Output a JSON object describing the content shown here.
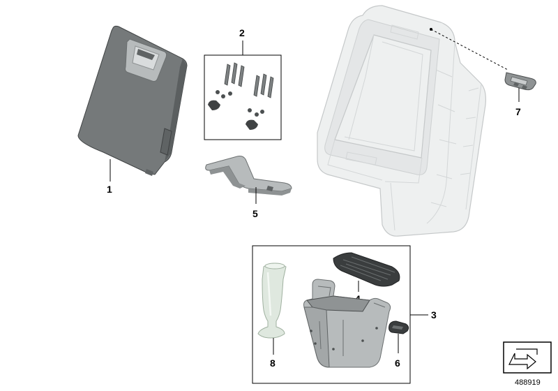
{
  "callouts": {
    "c1": "1",
    "c2": "2",
    "c3": "3",
    "c4": "4",
    "c5": "5",
    "c6": "6",
    "c7": "7",
    "c8": "8"
  },
  "diagram_id": "488919",
  "colors": {
    "part_dark": "#75797a",
    "part_light": "#b7bbbc",
    "ghost": "#eef0f0",
    "vase": "#dfe8df",
    "label": "#000000"
  },
  "icons": {
    "corner_symbol": "arrow-in-frame-icon"
  }
}
